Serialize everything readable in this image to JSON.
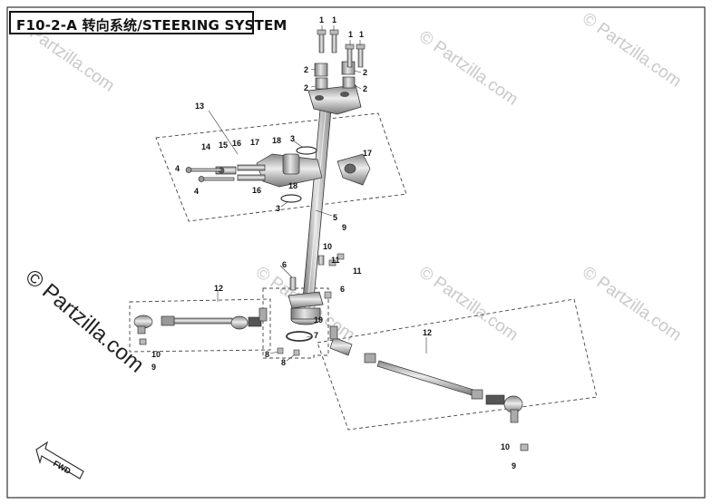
{
  "title": "F10-2-A 转向系统/STEERING SYSTEM",
  "watermark": "© Partzilla.com",
  "fwd_label": "FWD",
  "callouts": [
    {
      "id": "c1a",
      "label": "1"
    },
    {
      "id": "c1b",
      "label": "1"
    },
    {
      "id": "c1c",
      "label": "1"
    },
    {
      "id": "c1d",
      "label": "1"
    },
    {
      "id": "c2a",
      "label": "2"
    },
    {
      "id": "c2b",
      "label": "2"
    },
    {
      "id": "c2c",
      "label": "2"
    },
    {
      "id": "c2d",
      "label": "2"
    },
    {
      "id": "c3a",
      "label": "3"
    },
    {
      "id": "c3b",
      "label": "3"
    },
    {
      "id": "c4a",
      "label": "4"
    },
    {
      "id": "c4b",
      "label": "4"
    },
    {
      "id": "c5",
      "label": "5"
    },
    {
      "id": "c6a",
      "label": "6"
    },
    {
      "id": "c6b",
      "label": "6"
    },
    {
      "id": "c7",
      "label": "7"
    },
    {
      "id": "c8a",
      "label": "8"
    },
    {
      "id": "c8b",
      "label": "8"
    },
    {
      "id": "c9a",
      "label": "9"
    },
    {
      "id": "c9b",
      "label": "9"
    },
    {
      "id": "c9c",
      "label": "9"
    },
    {
      "id": "c10a",
      "label": "10"
    },
    {
      "id": "c10b",
      "label": "10"
    },
    {
      "id": "c10c",
      "label": "10"
    },
    {
      "id": "c11a",
      "label": "11"
    },
    {
      "id": "c11b",
      "label": "11"
    },
    {
      "id": "c12a",
      "label": "12"
    },
    {
      "id": "c12b",
      "label": "12"
    },
    {
      "id": "c13",
      "label": "13"
    },
    {
      "id": "c14",
      "label": "14"
    },
    {
      "id": "c15",
      "label": "15"
    },
    {
      "id": "c16a",
      "label": "16"
    },
    {
      "id": "c16b",
      "label": "16"
    },
    {
      "id": "c17a",
      "label": "17"
    },
    {
      "id": "c17b",
      "label": "17"
    },
    {
      "id": "c18a",
      "label": "18"
    },
    {
      "id": "c18b",
      "label": "18"
    },
    {
      "id": "c19",
      "label": "19"
    }
  ]
}
